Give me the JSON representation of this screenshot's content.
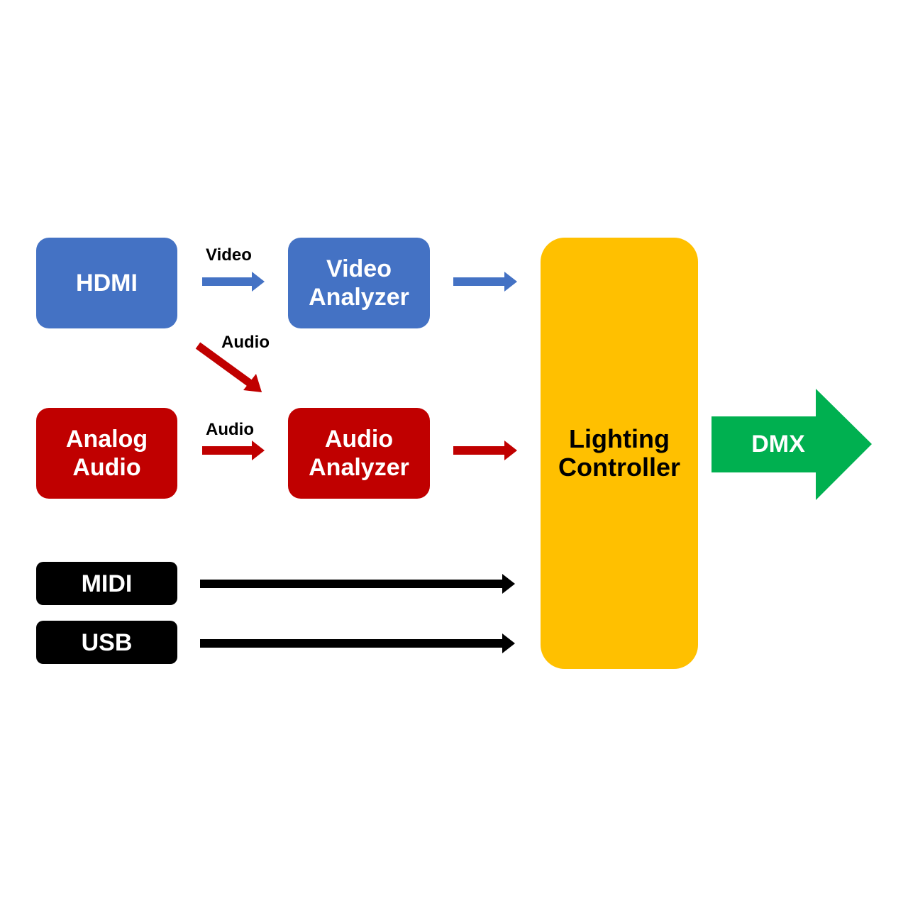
{
  "colors": {
    "blue": "#4472c4",
    "red": "#c00000",
    "black": "#000000",
    "gold": "#ffc000",
    "green": "#00b050"
  },
  "nodes": {
    "hdmi": {
      "label": "HDMI"
    },
    "video_analyzer": {
      "label": "Video\nAnalyzer"
    },
    "analog_audio": {
      "label": "Analog\nAudio"
    },
    "audio_analyzer": {
      "label": "Audio\nAnalyzer"
    },
    "midi": {
      "label": "MIDI"
    },
    "usb": {
      "label": "USB"
    },
    "lighting_controller": {
      "label": "Lighting\nController"
    }
  },
  "edges": {
    "hdmi_to_video": {
      "label": "Video"
    },
    "hdmi_to_audio": {
      "label": "Audio"
    },
    "analog_to_audio": {
      "label": "Audio"
    }
  },
  "output": {
    "label": "DMX"
  }
}
